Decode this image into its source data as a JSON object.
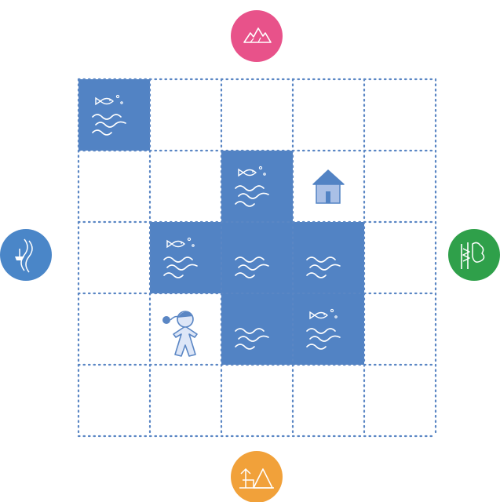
{
  "board": {
    "rows": 5,
    "cols": 5,
    "cells": [
      [
        "water-fish",
        "empty",
        "empty",
        "empty",
        "empty"
      ],
      [
        "empty",
        "empty",
        "water-fish",
        "house",
        "empty"
      ],
      [
        "empty",
        "water-fish",
        "water",
        "water",
        "empty"
      ],
      [
        "empty",
        "child",
        "water",
        "water-fish",
        "empty"
      ],
      [
        "empty",
        "empty",
        "empty",
        "empty",
        "empty"
      ]
    ]
  },
  "edge_tokens": {
    "top": {
      "icon": "mountain-icon",
      "color": "#e8528a"
    },
    "left": {
      "icon": "river-boat-icon",
      "color": "#4a86c8"
    },
    "right": {
      "icon": "forest-icon",
      "color": "#2fa04a"
    },
    "bottom": {
      "icon": "desert-tent-icon",
      "color": "#f1a13a"
    }
  },
  "colors": {
    "water": "#5283c4",
    "grid_dots": "#5a86c4",
    "icon_stroke": "#ffffff",
    "house_fill": "#aac0e6",
    "child_fill": "#dde6f7",
    "child_stroke": "#5a86c4"
  }
}
